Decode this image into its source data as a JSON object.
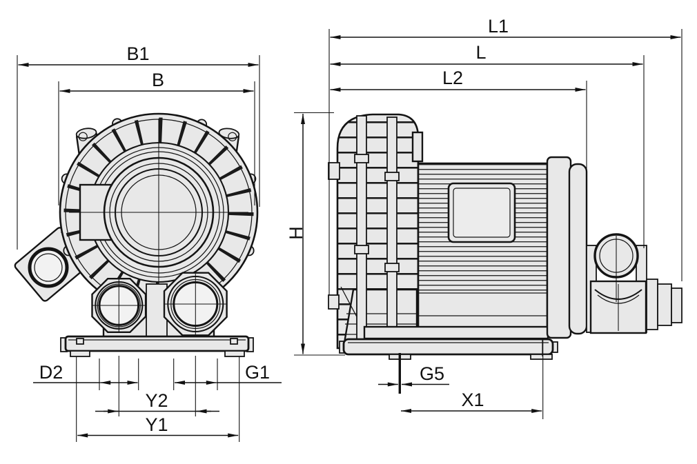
{
  "drawing": {
    "type": "technical dimension drawing, side channel blower, two orthographic views",
    "colors": {
      "background": "#ffffff",
      "line": "#111111",
      "part_fill": "#e8e8e8",
      "bore_fill": "#f2f2f2"
    }
  },
  "dimensions": {
    "B1": {
      "label": "B1"
    },
    "B": {
      "label": "B"
    },
    "L1": {
      "label": "L1"
    },
    "L": {
      "label": "L"
    },
    "L2": {
      "label": "L2"
    },
    "H": {
      "label": "H"
    },
    "D2": {
      "label": "D2"
    },
    "G1": {
      "label": "G1"
    },
    "Y2": {
      "label": "Y2"
    },
    "Y1": {
      "label": "Y1"
    },
    "G5": {
      "label": "G5"
    },
    "X1": {
      "label": "X1"
    }
  }
}
